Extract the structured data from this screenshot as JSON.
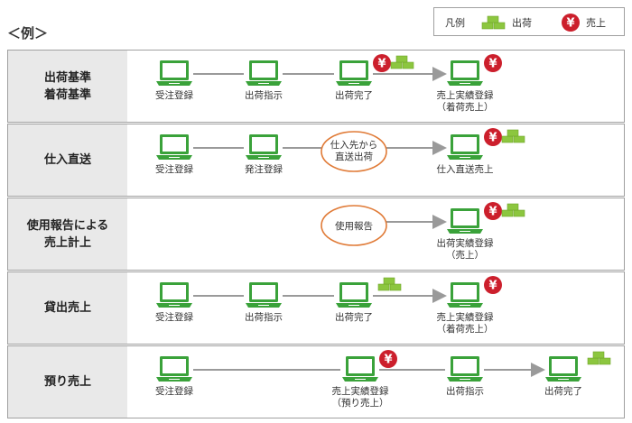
{
  "example_title": "＜例＞",
  "legend": {
    "title": "凡例",
    "shipment_label": "出荷",
    "sales_label": "売上"
  },
  "colors": {
    "laptop": "#3aa23a",
    "arrow": "#9a9a9a",
    "yen_badge": "#cc1f2c",
    "boxes": "#8cc63f",
    "oval_border": "#e07a36",
    "row_label_bg": "#e9e9e9"
  },
  "rows": [
    {
      "label": "出荷基準\n着荷基準",
      "nodes": [
        {
          "type": "laptop",
          "label": "受注登録",
          "icons": []
        },
        {
          "type": "laptop",
          "label": "出荷指示",
          "icons": []
        },
        {
          "type": "laptop",
          "label": "出荷完了",
          "icons": [
            "yen",
            "boxes"
          ]
        },
        {
          "type": "laptop",
          "label": "売上実績登録\n（着荷売上）",
          "icons": [
            "yen"
          ]
        }
      ]
    },
    {
      "label": "仕入直送",
      "nodes": [
        {
          "type": "laptop",
          "label": "受注登録",
          "icons": []
        },
        {
          "type": "laptop",
          "label": "発注登録",
          "icons": []
        },
        {
          "type": "oval",
          "label": "仕入先から\n直送出荷",
          "icons": []
        },
        {
          "type": "laptop",
          "label": "仕入直送売上",
          "icons": [
            "yen",
            "boxes"
          ]
        }
      ]
    },
    {
      "label": "使用報告による\n売上計上",
      "nodes": [
        {
          "type": "oval",
          "label": "使用報告",
          "icons": []
        },
        {
          "type": "laptop",
          "label": "出荷実績登録\n（売上）",
          "icons": [
            "yen",
            "boxes"
          ]
        }
      ]
    },
    {
      "label": "貸出売上",
      "nodes": [
        {
          "type": "laptop",
          "label": "受注登録",
          "icons": []
        },
        {
          "type": "laptop",
          "label": "出荷指示",
          "icons": []
        },
        {
          "type": "laptop",
          "label": "出荷完了",
          "icons": [
            "boxes"
          ]
        },
        {
          "type": "laptop",
          "label": "売上実績登録\n（着荷売上）",
          "icons": [
            "yen"
          ]
        }
      ]
    },
    {
      "label": "預り売上",
      "nodes": [
        {
          "type": "laptop",
          "label": "受注登録",
          "icons": []
        },
        {
          "type": "laptop",
          "label": "売上実績登録\n（預り売上）",
          "icons": [
            "yen"
          ]
        },
        {
          "type": "laptop",
          "label": "出荷指示",
          "icons": []
        },
        {
          "type": "laptop",
          "label": "出荷完了",
          "icons": [
            "boxes"
          ]
        }
      ]
    }
  ]
}
